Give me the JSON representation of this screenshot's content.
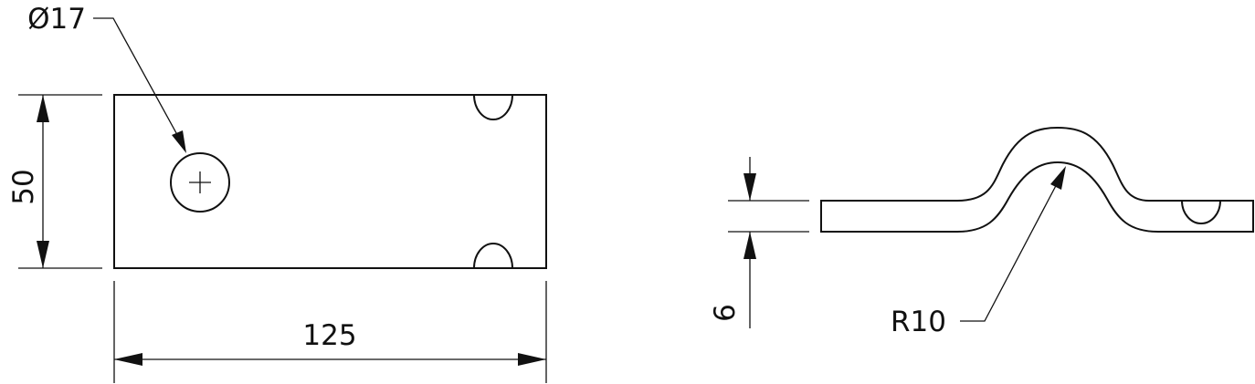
{
  "drawing": {
    "top_view": {
      "hole_callout": "Ø17",
      "height_dimension": "50",
      "length_dimension": "125"
    },
    "side_view": {
      "thickness_dimension": "6",
      "bend_radius_callout": "R10"
    }
  }
}
